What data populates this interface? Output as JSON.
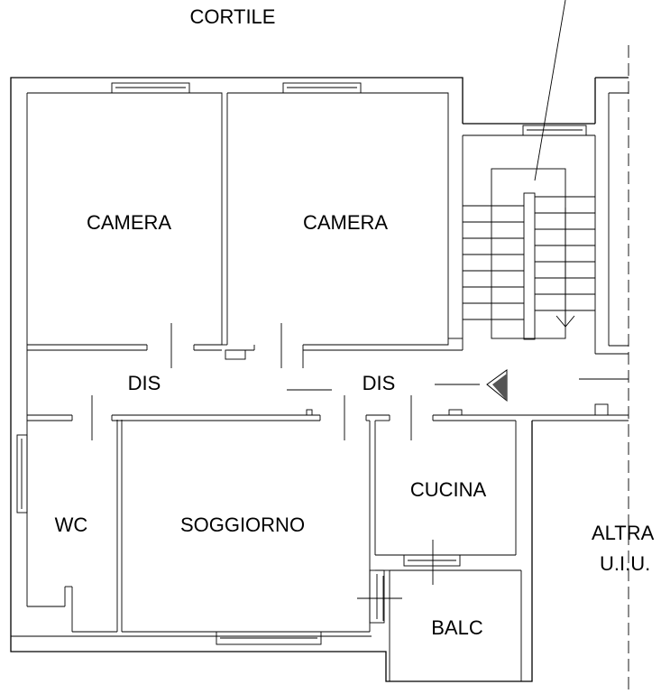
{
  "labels": {
    "courtyard": "CORTILE",
    "bedroom_left": "CAMERA",
    "bedroom_right": "CAMERA",
    "hall_left": "DIS",
    "hall_right": "DIS",
    "kitchen": "CUCINA",
    "bathroom": "WC",
    "living": "SOGGIORNO",
    "balcony": "BALC",
    "other_unit_line1": "ALTRA",
    "other_unit_line2": "U.I.U."
  },
  "colors": {
    "line": "#000000",
    "background": "#ffffff"
  },
  "icons": {
    "north_marker": "triangle-arrow-icon"
  }
}
